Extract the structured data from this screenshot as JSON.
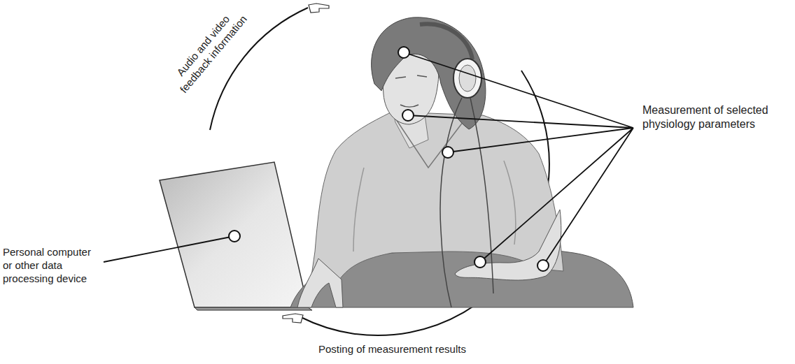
{
  "diagram": {
    "labels": [
      "Audio and video feedback information",
      "Measurement of selected physiology parameters",
      "Personal computer or other data processing device",
      "Posting of measurement results"
    ]
  }
}
